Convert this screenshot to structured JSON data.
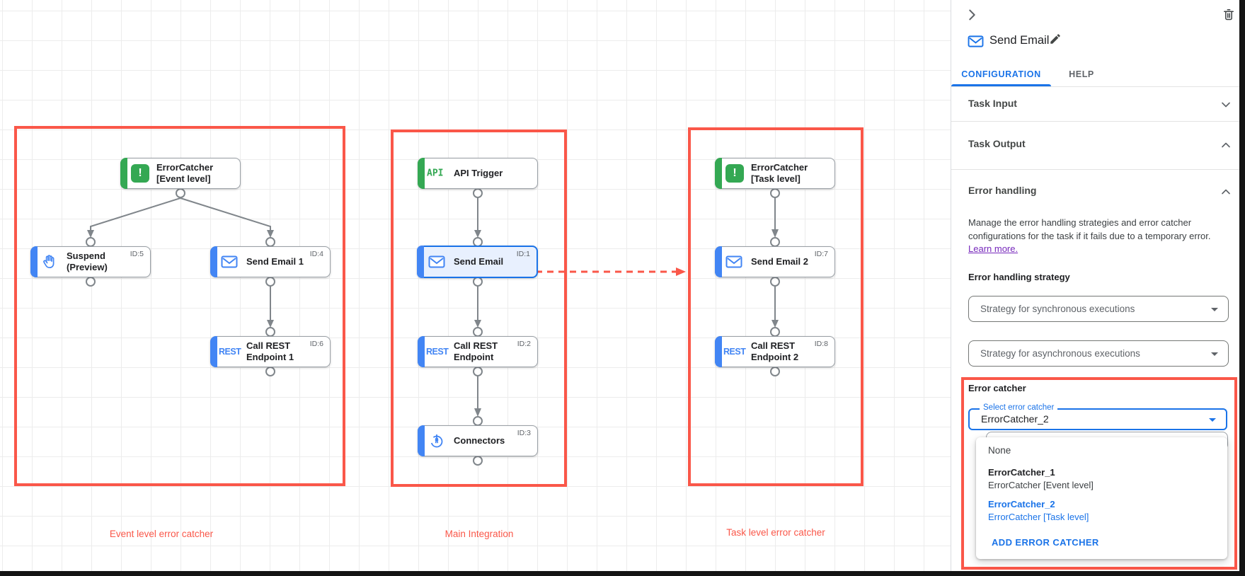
{
  "colors": {
    "accent_blue": "#1a73e8",
    "task_blue": "#4285f4",
    "trigger_green": "#34a853",
    "annotation_red": "#fa5749",
    "dot_red": "#d93025",
    "link_purple": "#7627bb"
  },
  "canvas": {
    "icon_text": {
      "api": "API",
      "rest": "REST",
      "error": "!"
    },
    "groups": {
      "event": {
        "label": "Event level error catcher"
      },
      "main": {
        "label": "Main Integration"
      },
      "task": {
        "label": "Task level error catcher"
      }
    },
    "nodes": {
      "ec_event": {
        "line1": "ErrorCatcher",
        "line2": "[Event level]"
      },
      "suspend": {
        "line1": "Suspend",
        "line2": "(Preview)",
        "id": "ID:5"
      },
      "send_email_1": {
        "line1": "Send Email 1",
        "id": "ID:4"
      },
      "call_rest_1": {
        "line1": "Call REST",
        "line2": "Endpoint 1",
        "id": "ID:6"
      },
      "api_trigger": {
        "line1": "API Trigger"
      },
      "send_email": {
        "line1": "Send Email",
        "id": "ID:1"
      },
      "call_rest": {
        "line1": "Call REST",
        "line2": "Endpoint",
        "id": "ID:2"
      },
      "connectors": {
        "line1": "Connectors",
        "id": "ID:3"
      },
      "ec_task": {
        "line1": "ErrorCatcher",
        "line2": "[Task level]"
      },
      "send_email_2": {
        "line1": "Send Email 2",
        "id": "ID:7"
      },
      "call_rest_2": {
        "line1": "Call REST",
        "line2": "Endpoint 2",
        "id": "ID:8"
      }
    }
  },
  "panel": {
    "title": "Send Email",
    "icons": {
      "collapse": "chevron-right",
      "delete": "trash",
      "edit": "pencil",
      "task": "mail-envelope"
    },
    "tabs": {
      "configuration": "CONFIGURATION",
      "help": "HELP"
    },
    "sections": {
      "task_input": "Task Input",
      "task_output": "Task Output",
      "error_handling": "Error handling"
    },
    "error_handling": {
      "description_line1": "Manage the error handling strategies and error catcher",
      "description_line2": "configurations for the task if it fails due to a temporary error.",
      "learn_more": "Learn more.",
      "strategy_label": "Error handling strategy",
      "sync_placeholder": "Strategy for synchronous executions",
      "async_placeholder": "Strategy for asynchronous executions",
      "error_catcher_label": "Error catcher",
      "select_label": "Select error catcher",
      "select_value": "ErrorCatcher_2",
      "menu": {
        "none": "None",
        "options": [
          {
            "name": "ErrorCatcher_1",
            "desc": "ErrorCatcher [Event level]"
          },
          {
            "name": "ErrorCatcher_2",
            "desc": "ErrorCatcher [Task level]"
          }
        ],
        "add_button": "ADD ERROR CATCHER"
      }
    }
  }
}
